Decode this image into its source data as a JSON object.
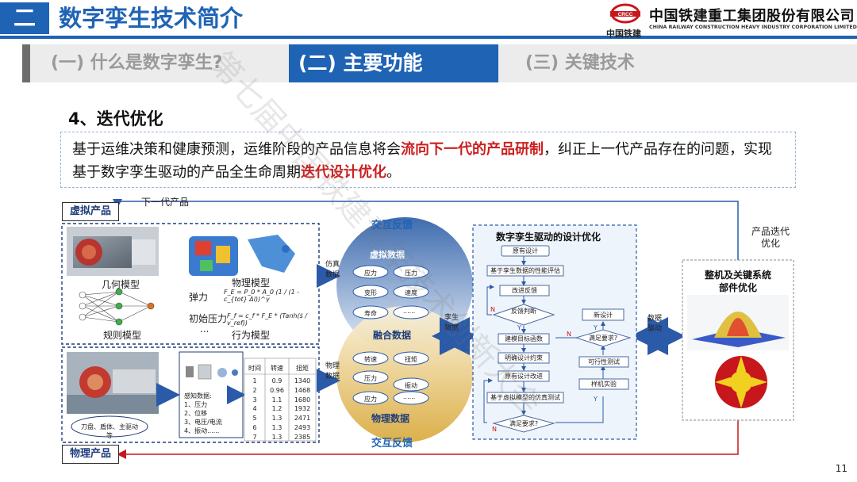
{
  "header": {
    "section_number": "二",
    "section_title": "数字孪生技术简介",
    "company_name": "中国铁建重工集团股份有限公司",
    "company_name_en": "CHINA RAILWAY CONSTRUCTION HEAVY INDUSTRY CORPORATION LIMITED",
    "logo_text": "CRCC",
    "logo_sub": "中国铁建"
  },
  "tabs": [
    {
      "label": "(一)  什么是数字孪生?",
      "active": false
    },
    {
      "label": "(二)  主要功能",
      "active": true
    },
    {
      "label": "(三)  关键技术",
      "active": false
    }
  ],
  "section_heading": "4、迭代优化",
  "intro": {
    "p1": "基于运维决策和健康预测，运维阶段的产品信息将会",
    "p2": "流向下一代的产品研制",
    "p3": "，纠正上一代产品存在的问题，实现基于数字孪生驱动的产品全生命周期",
    "p4": "迭代设计优化",
    "p5": "。"
  },
  "watermark": "第七届中国铁建青年技术创新大会",
  "diagram": {
    "virtual_product": "虚拟产品",
    "physical_product": "物理产品",
    "next_gen": "下一代产品",
    "models": {
      "geometry": "几何模型",
      "physics": "物理模型",
      "rule": "规则模型",
      "behavior": "行为模型",
      "elastic": "弹力",
      "initial_pressure": "初始压力",
      "ellipsis": "...",
      "formula1": "F_E = P_0 * A_0 (1 / (1 - c_{tot} Δl))^γ",
      "formula2": "F_f = c_f * F_E * (Tanh(ṡ / v_ref))"
    },
    "physical": {
      "machine_label": "刀盘、盾体、主驱动等",
      "sense_title": "感知数据:",
      "sense_items": [
        "1、压力",
        "2、位移",
        "3、电压/电流",
        "4、振动......"
      ],
      "table_headers": [
        "时间",
        "转速",
        "扭矩"
      ],
      "table_rows": [
        [
          "1",
          "0.9",
          "1340"
        ],
        [
          "2",
          "0.96",
          "1468"
        ],
        [
          "3",
          "1.1",
          "1680"
        ],
        [
          "4",
          "1.2",
          "1932"
        ],
        [
          "5",
          "1.3",
          "2471"
        ],
        [
          "6",
          "1.3",
          "2493"
        ],
        [
          "7",
          "1.3",
          "2385"
        ]
      ]
    },
    "exchange_top": "交互反馈",
    "exchange_bottom": "交互反馈",
    "sim_data": "仿真数据",
    "phys_data": "物理数据",
    "twin_data": "孪生数据",
    "data_drive": "数据驱动",
    "virtual_data": {
      "title": "虚拟数据",
      "items": [
        "应力",
        "压力",
        "变形",
        "速度",
        "寿命",
        "......"
      ]
    },
    "fusion_data": "融合数据",
    "physical_data": {
      "title": "物理数据",
      "items": [
        "转速",
        "扭矩",
        "压力",
        "振动",
        "应力",
        "......"
      ]
    },
    "flow": {
      "title": "数字孪生驱动的设计优化",
      "steps": [
        "原有设计",
        "基于孪生数据的性能评估",
        "改进反馈",
        "反馈判断",
        "建模目标函数",
        "明确设计约束",
        "原有设计改进",
        "基于虚拟模型的仿真测试",
        "满足要求?",
        "新设计",
        "满足要求?",
        "可行性测试",
        "样机实验"
      ],
      "yes": "Y",
      "no": "N"
    },
    "product_iter": "产品迭代优化",
    "system_opt": "整机及关键系统部件优化"
  },
  "page_number": "11",
  "colors": {
    "primary": "#1f63b5",
    "accent_red": "#cc1f1f",
    "tab_gray": "#ececec"
  }
}
